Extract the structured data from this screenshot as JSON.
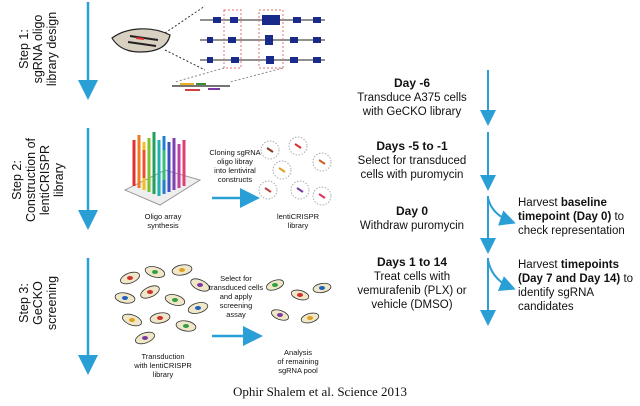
{
  "steps": [
    {
      "label": "Step 1:\nsgRNA oligo\nlibrary design"
    },
    {
      "label": "Step 2:\nConstruction of\nlentiCRISPR\nlibrary"
    },
    {
      "label": "Step 3:\nGeCKO\nscreening"
    }
  ],
  "step2": {
    "oligo_label": "Oligo array\nsynthesis",
    "cloning_label": "Cloning sgRNA\noligo libray\ninto lentiviral\nconstructs",
    "lenti_label": "lentiCRISPR\nlibrary"
  },
  "step3": {
    "transduction_label": "Transduction\nwith lentiCRISPR\nlibrary",
    "select_label": "Select for\ntransduced cells\nand apply\nscreening\nassay",
    "analysis_label": "Analysis\nof remaining\nsgRNA pool"
  },
  "timeline": [
    {
      "day": "Day -6",
      "text": "Transduce A375 cells\nwith GeCKO library"
    },
    {
      "day": "Days -5 to -1",
      "text": "Select for transduced\ncells with puromycin"
    },
    {
      "day": "Day 0",
      "text": "Withdraw puromycin"
    },
    {
      "day": "Days 1 to 14",
      "text": "Treat cells with\nvemurafenib (PLX) or\nvehicle (DMSO)"
    }
  ],
  "harvest1": {
    "pre": "Harvest ",
    "b1": "baseline",
    "mid": " ",
    "b2": "timepoint (Day 0)",
    "post": " to check representation"
  },
  "harvest2": {
    "pre": "Harvest ",
    "b1": "timepoints",
    "mid": " ",
    "b2": "(Day 7 and Day 14)",
    "post": " to identify sgRNA candidates"
  },
  "caption": "Ophir Shalem et al. Science 2013",
  "colors": {
    "arrow": "#2a9fd6",
    "exon": "#1a2a8a",
    "dash": "#e07070"
  }
}
